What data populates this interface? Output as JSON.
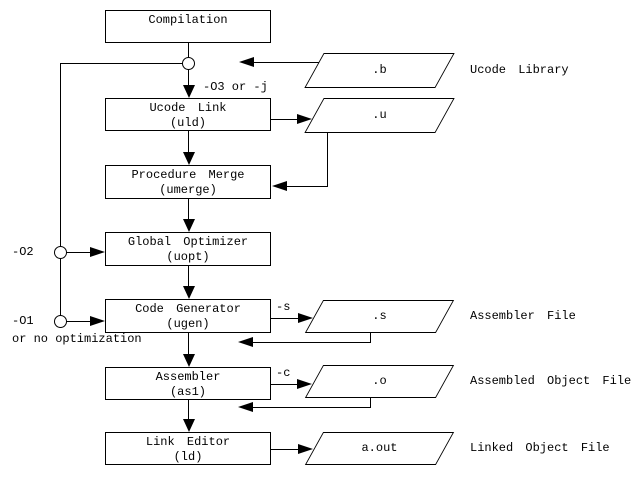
{
  "boxes": [
    {
      "title": "Compilation",
      "subtitle": ""
    },
    {
      "title": "Ucode Link",
      "subtitle": "(uld)"
    },
    {
      "title": "Procedure Merge",
      "subtitle": "(umerge)"
    },
    {
      "title": "Global Optimizer",
      "subtitle": "(uopt)"
    },
    {
      "title": "Code Generator",
      "subtitle": "(ugen)"
    },
    {
      "title": "Assembler",
      "subtitle": "(as1)"
    },
    {
      "title": "Link Editor",
      "subtitle": "(ld)"
    }
  ],
  "files": [
    {
      "name": ".b",
      "label": "Ucode Library"
    },
    {
      "name": ".u",
      "label": ""
    },
    {
      "name": ".s",
      "label": "Assembler File"
    },
    {
      "name": ".o",
      "label": "Assembled Object File"
    },
    {
      "name": "a.out",
      "label": "Linked Object File"
    }
  ],
  "annotations": {
    "o3_flag": "-O3 or -j",
    "o2_flag": "-O2",
    "o1_flag": "-O1",
    "no_opt": "or no optimization",
    "s_flag": "-s",
    "c_flag": "-c"
  },
  "colors": {
    "line": "#000000",
    "background": "#ffffff",
    "text": "#000000"
  }
}
